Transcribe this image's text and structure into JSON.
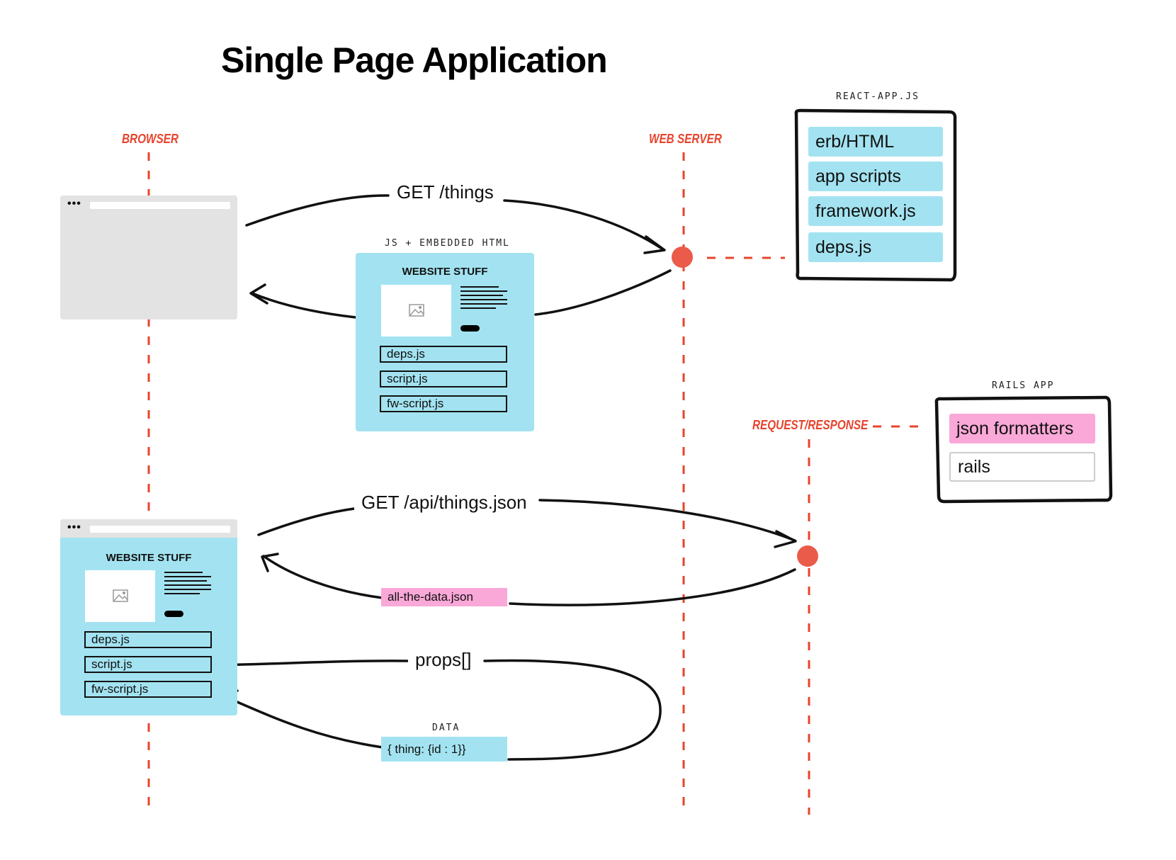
{
  "title": "Single Page Application",
  "lanes": {
    "browser": "BROWSER",
    "web_server": "WEB SERVER",
    "request_response": "REQUEST/RESPONSE"
  },
  "messages": {
    "get_things": "GET /things",
    "get_api": "GET /api/things.json",
    "props": "props[]"
  },
  "captions": {
    "js_embedded": "JS + EMBEDDED HTML",
    "react_app": "REACT-APP.JS",
    "rails_app": "RAILS APP",
    "data": "DATA"
  },
  "website_card": {
    "title": "WEBSITE STUFF",
    "files": [
      "deps.js",
      "script.js",
      "fw-script.js"
    ]
  },
  "react_app_stack": [
    "erb/HTML",
    "app scripts",
    "framework.js",
    "deps.js"
  ],
  "rails_app_stack": [
    "json formatters",
    "rails"
  ],
  "payloads": {
    "json_file": "all-the-data.json",
    "data_value": "{ thing: {id : 1}}"
  },
  "colors": {
    "lane_red": "#e8432c",
    "dot_red": "#ea5b4a",
    "cyan": "#a3e3f1",
    "pink": "#f9a8d8",
    "browser_gray": "#e3e3e3"
  },
  "icons": {
    "image_placeholder": "image-icon",
    "browser_dots": "window-dots-icon"
  }
}
